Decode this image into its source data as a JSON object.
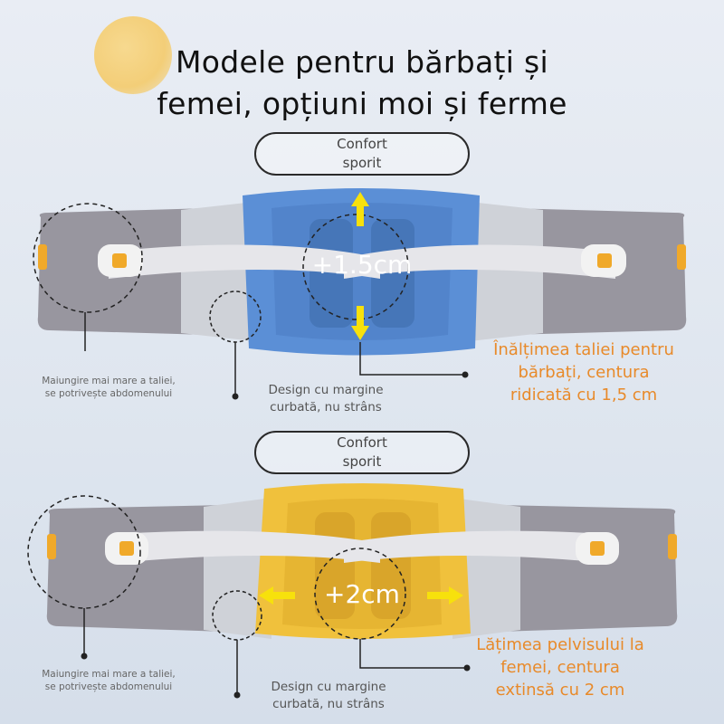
{
  "heading": {
    "line1": "Modele pentru bărbați și",
    "line2": "femei, opțiuni moi și ferme"
  },
  "top_section": {
    "pill_line1": "Confort",
    "pill_line2": "sporit",
    "center_value": "+1.5cm",
    "left_note_line1": "Maiungire mai mare a taliei,",
    "left_note_line2": "se potrivește abdomenului",
    "mid_note_line1": "Design cu margine",
    "mid_note_line2": "curbată, nu strâns",
    "highlight_line1": "Înălțimea taliei pentru",
    "highlight_line2": "bărbați, centura",
    "highlight_line3": "ridicată cu 1,5 cm",
    "panel_color": "#5b8fd6"
  },
  "bottom_section": {
    "pill_line1": "Confort",
    "pill_line2": "sporit",
    "center_value": "+2cm",
    "left_note_line1": "Maiungire mai mare a taliei,",
    "left_note_line2": "se potrivește abdomenului",
    "mid_note_line1": "Design cu margine",
    "mid_note_line2": "curbată, nu strâns",
    "highlight_line1": "Lățimea pelvisului la",
    "highlight_line2": "femei, centura",
    "highlight_line3": "extinsă cu 2 cm",
    "panel_color": "#f0c13c"
  },
  "colors": {
    "accent_orange": "#e88a2a",
    "arrow_yellow": "#f7e10c",
    "belt_gray": "#9a98a1"
  }
}
